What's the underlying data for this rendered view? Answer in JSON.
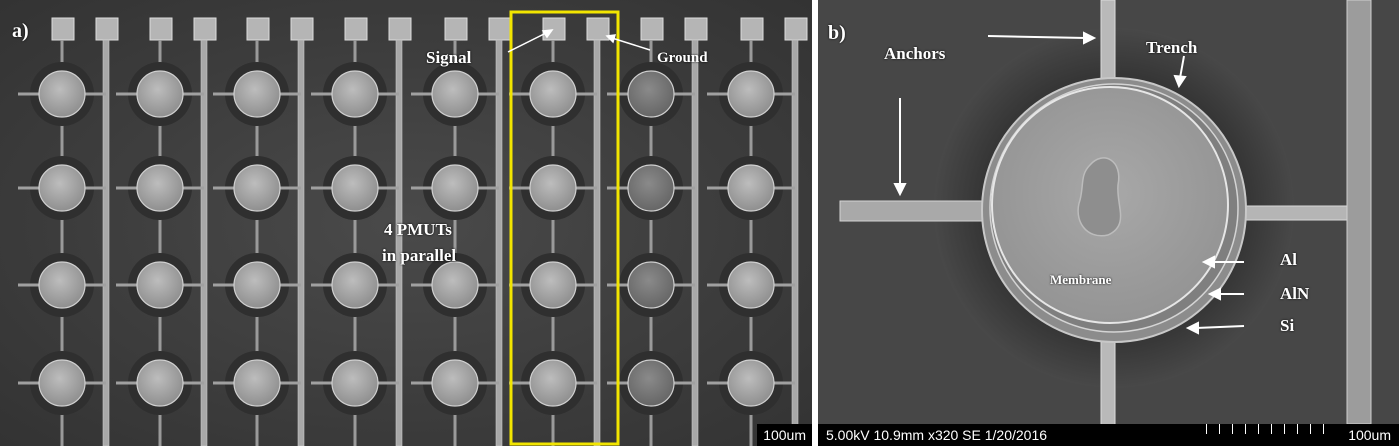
{
  "panel_a": {
    "label": "a)",
    "signal_label": "Signal",
    "ground_label": "Ground",
    "pmut_label_line1": "4 PMUTs",
    "pmut_label_line2": "in parallel",
    "scale_bar": "100um",
    "highlight_color": "#f2e500"
  },
  "panel_b": {
    "label": "b)",
    "anchors_label": "Anchors",
    "trench_label": "Trench",
    "membrane_label": "Membrane",
    "al_label": "Al",
    "aln_label": "AlN",
    "si_label": "Si",
    "sem_info": "5.00kV 10.9mm x320 SE 1/20/2016",
    "scale_bar": "100um"
  }
}
